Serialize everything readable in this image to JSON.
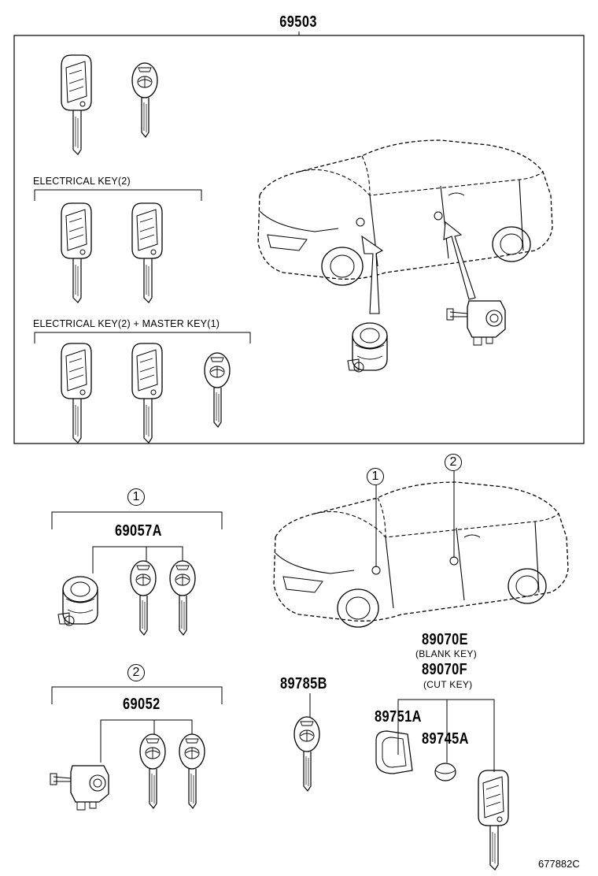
{
  "labels": {
    "assembly": "69503",
    "group_electrical_2": "ELECTRICAL KEY(2)",
    "group_electrical_master": "ELECTRICAL KEY(2) + MASTER KEY(1)",
    "callout_1": "1",
    "callout_2": "2",
    "part_69057A": "69057A",
    "part_69052": "69052",
    "part_89785B": "89785B",
    "part_89070E": "89070E",
    "blank_key": "(BLANK KEY)",
    "part_89070F": "89070F",
    "cut_key": "(CUT KEY)",
    "part_89751A": "89751A",
    "part_89745A": "89745A",
    "figure_code": "677882C"
  }
}
